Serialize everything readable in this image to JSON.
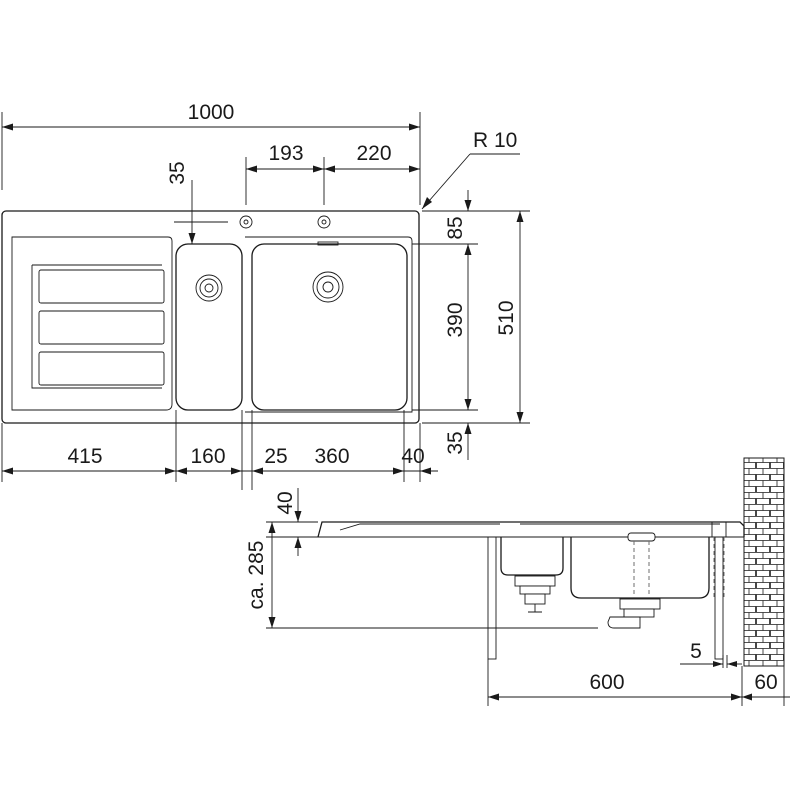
{
  "top_view": {
    "dimensions": {
      "overall_width": "1000",
      "tap_hole_spacing": "193",
      "tap_hole_offset": "220",
      "tap_hole_from_edge": "35",
      "corner_radius": "R 10",
      "rear_margin": "85",
      "bowl_depth": "390",
      "overall_depth": "510",
      "front_margin": "35",
      "drainer_width": "415",
      "small_bowl_width": "160",
      "bowl_gap": "25",
      "large_bowl_width": "360",
      "right_margin": "40"
    }
  },
  "side_view": {
    "dimensions": {
      "rim_height": "40",
      "installation_height": "ca. 285",
      "wall_gap": "5",
      "cabinet_width": "600",
      "wall_offset": "60"
    }
  },
  "colors": {
    "line": "#1a1a1a",
    "background": "#ffffff"
  }
}
